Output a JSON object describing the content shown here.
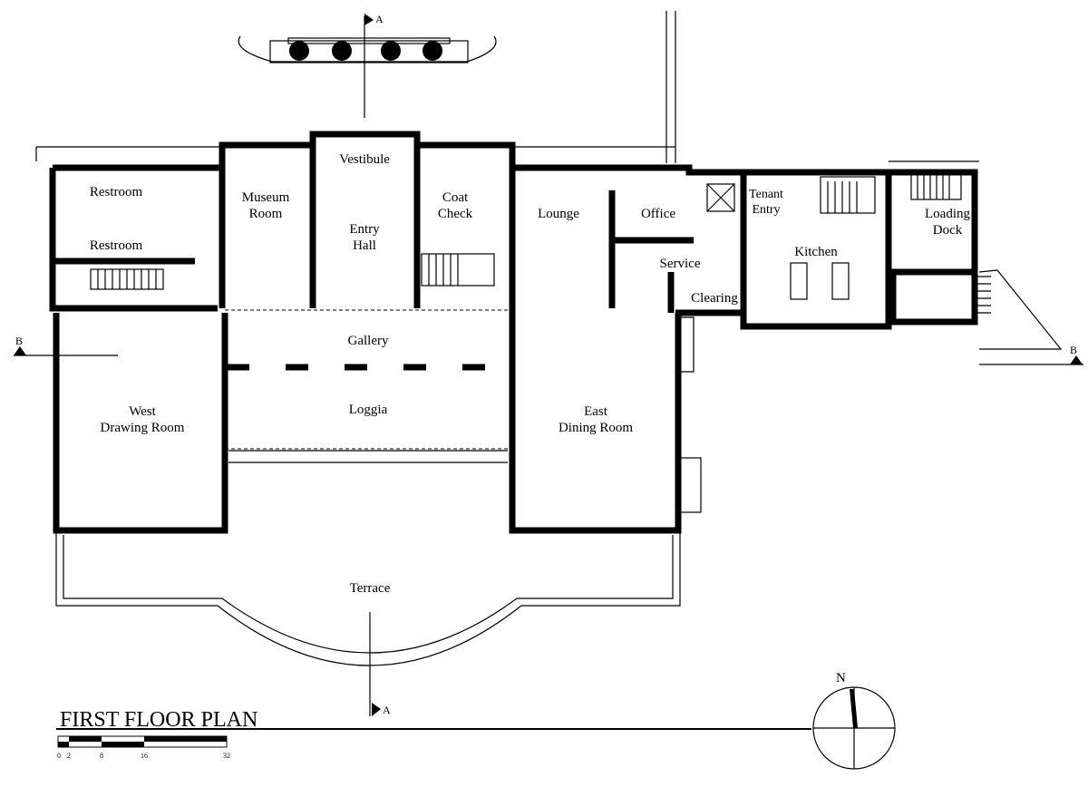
{
  "title": "FIRST FLOOR PLAN",
  "rooms": {
    "restroom_upper": "Restroom",
    "restroom_lower": "Restroom",
    "museum_room": [
      "Museum",
      "Room"
    ],
    "vestibule": "Vestibule",
    "entry_hall": [
      "Entry",
      "Hall"
    ],
    "coat_check": [
      "Coat",
      "Check"
    ],
    "lounge": "Lounge",
    "office": "Office",
    "tenant_entry": [
      "Tenant",
      "Entry"
    ],
    "kitchen": "Kitchen",
    "loading_dock": [
      "Loading",
      "Dock"
    ],
    "service": "Service",
    "clearing": "Clearing",
    "gallery": "Gallery",
    "loggia": "Loggia",
    "west_drawing_room": [
      "West",
      "Drawing Room"
    ],
    "east_dining_room": [
      "East",
      "Dining Room"
    ],
    "terrace": "Terrace"
  },
  "section_markers": {
    "a": "A",
    "b": "B"
  },
  "north_label": "N",
  "scale_bar": {
    "ticks": [
      "0",
      "2",
      "8",
      "16",
      "32"
    ]
  }
}
